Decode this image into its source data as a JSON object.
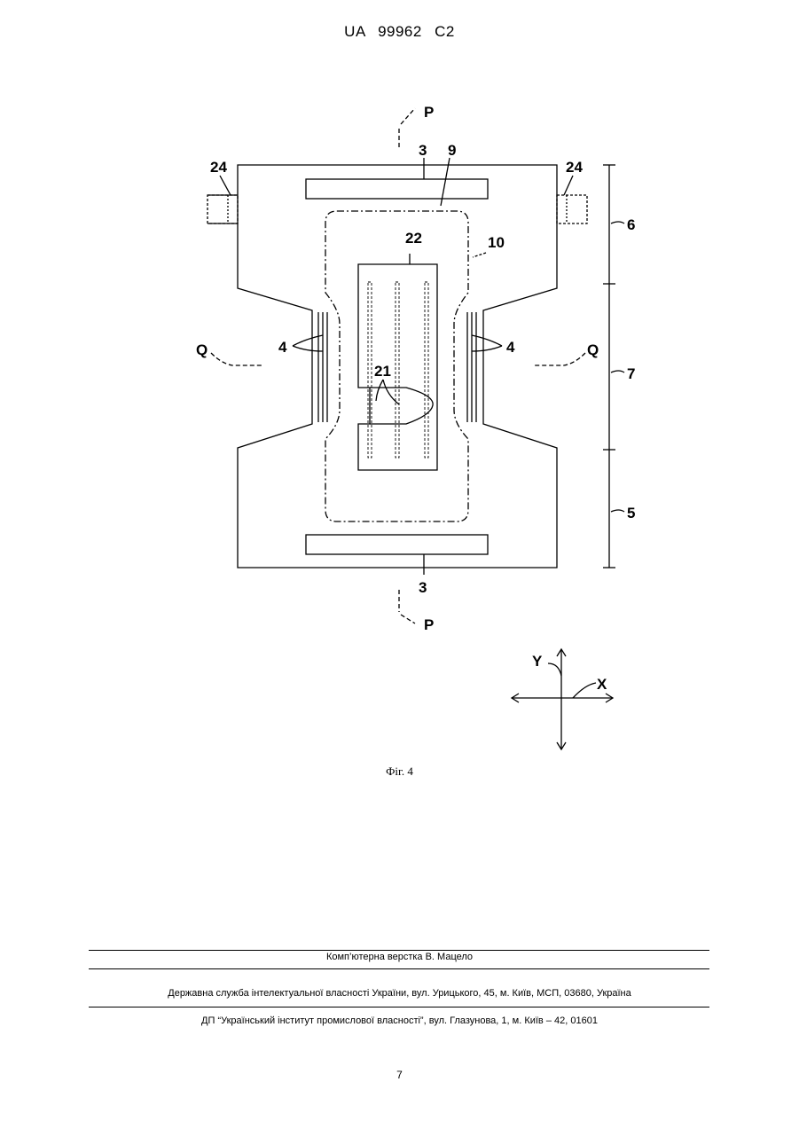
{
  "header": {
    "doc_number": "UA   99962   C2"
  },
  "figure": {
    "caption": "Фіг. 4",
    "labels": {
      "p_top": "P",
      "p_bottom": "P",
      "q_left": "Q",
      "q_right": "Q",
      "ref_3_top": "3",
      "ref_3_bottom": "3",
      "ref_9": "9",
      "ref_24_left": "24",
      "ref_24_right": "24",
      "ref_6": "6",
      "ref_7": "7",
      "ref_5": "5",
      "ref_22": "22",
      "ref_10": "10",
      "ref_4_left": "4",
      "ref_4_right": "4",
      "ref_21": "21",
      "axis_y": "Y",
      "axis_x": "X"
    }
  },
  "footer": {
    "layout": "Комп’ютерна верстка В. Мацело",
    "agency": "Державна служба інтелектуальної власності України, вул. Урицького, 45, м. Київ, МСП, 03680, Україна",
    "institute": "ДП “Український інститут промислової власності”, вул. Глазунова, 1, м. Київ – 42, 01601",
    "page_number": "7"
  }
}
